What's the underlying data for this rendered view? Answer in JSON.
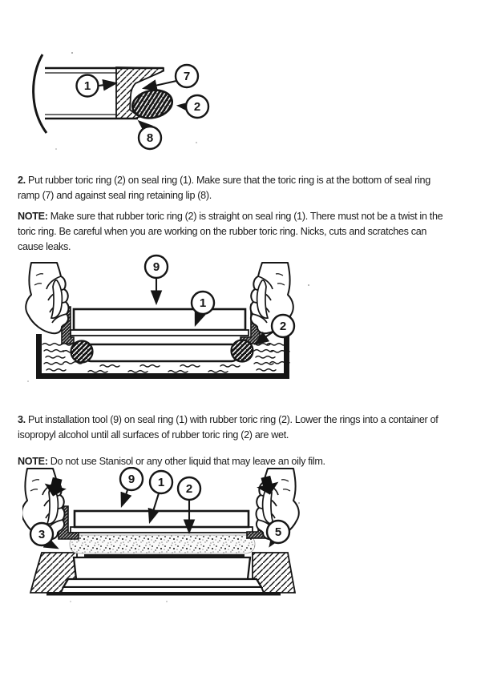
{
  "page": {
    "background": "#ffffff",
    "ink": "#161616",
    "kind": "scanned service manual page"
  },
  "document": {
    "paragraphs": [
      {
        "prefix": "2.",
        "body": " Put rubber toric ring (2) on seal ring (1). Make sure that the toric ring is at the bottom of seal ring\nramp (7) and against seal ring retaining lip (8)."
      },
      {
        "prefix": "NOTE:",
        "body": " Make sure that rubber toric ring (2) is straight on seal ring (1). There must not be a twist in the\ntoric ring. Be careful when you are working on the rubber toric ring. Nicks, cuts and scratches can\ncause leaks."
      },
      {
        "prefix": "3.",
        "body": " Put installation tool (9) on seal ring (1) with rubber toric ring (2). Lower the rings into a container of\nisopropyl alcohol until all surfaces of rubber toric ring (2) are wet."
      },
      {
        "prefix": "NOTE:",
        "body": " Do not use Stanisol or any other liquid that may leave an oily film."
      }
    ],
    "figures": [
      {
        "name": "seal-ring-cross-section",
        "callouts": {
          "c1": "1",
          "c7": "7",
          "c2": "2",
          "c8": "8"
        }
      },
      {
        "name": "lower-rings-into-alcohol-container",
        "callouts": {
          "c9": "9",
          "c1": "1",
          "c2": "2"
        }
      },
      {
        "name": "press-rings-into-housing",
        "callouts": {
          "c9": "9",
          "c1": "1",
          "c2": "2",
          "c3": "3",
          "c5": "5"
        }
      }
    ]
  }
}
